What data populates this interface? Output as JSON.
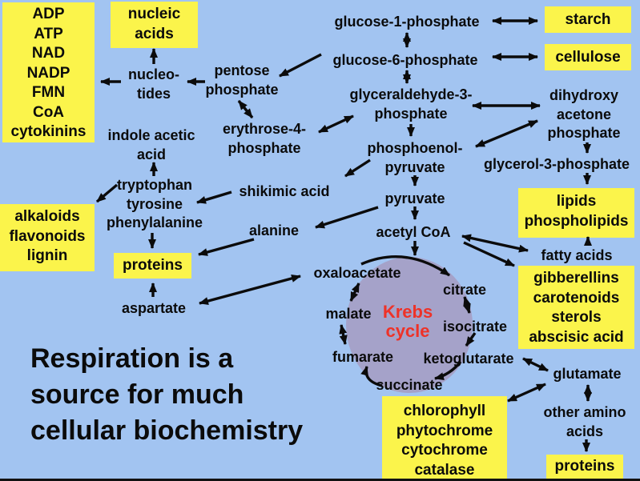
{
  "colors": {
    "background": "#A2C4F1",
    "box_yellow": "#FBF44B",
    "text": "#0B0B0B",
    "krebs_circle_fill": "#A5A2C9",
    "krebs_label_red": "#EE3228"
  },
  "title_lines": [
    "Respiration is a",
    "source for much",
    "cellular biochemistry"
  ],
  "boxes": {
    "cofactors": [
      "ADP",
      "ATP",
      "NAD",
      "NADP",
      "FMN",
      "CoA",
      "cytokinins"
    ],
    "nucleic_acids": [
      "nucleic",
      "acids"
    ],
    "starch": [
      "starch"
    ],
    "cellulose": [
      "cellulose"
    ],
    "lipids": [
      "lipids",
      "phospholipids"
    ],
    "terpenoids": [
      "gibberellins",
      "carotenoids",
      "sterols",
      "abscisic acid"
    ],
    "alkaloids": [
      "alkaloids",
      "flavonoids",
      "lignin"
    ],
    "proteins_left": [
      "proteins"
    ],
    "pigments": [
      "chlorophyll",
      "phytochrome",
      "cytochrome",
      "catalase"
    ],
    "proteins_right": [
      "proteins"
    ]
  },
  "nodes": {
    "nucleotides": [
      "nucleo-",
      "tides"
    ],
    "pentose_phosphate": [
      "pentose",
      "phosphate"
    ],
    "erythrose_4_phosphate": [
      "erythrose-4-",
      "phosphate"
    ],
    "indole_acetic_acid": [
      "indole acetic",
      "acid"
    ],
    "aromatic_amino_acids": [
      "tryptophan",
      "tyrosine",
      "phenylalanine"
    ],
    "shikimic_acid": [
      "shikimic acid"
    ],
    "alanine": [
      "alanine"
    ],
    "aspartate": [
      "aspartate"
    ],
    "glucose_1_phosphate": [
      "glucose-1-phosphate"
    ],
    "glucose_6_phosphate": [
      "glucose-6-phosphate"
    ],
    "glyceraldehyde_3_phosphate": [
      "glyceraldehyde-3-",
      "phosphate"
    ],
    "dihydroxyacetone_phosphate": [
      "dihydroxy",
      "acetone",
      "phosphate"
    ],
    "phosphoenolpyruvate": [
      "phosphoenol-",
      "pyruvate"
    ],
    "glycerol_3_phosphate": [
      "glycerol-3-phosphate"
    ],
    "pyruvate": [
      "pyruvate"
    ],
    "acetyl_coa": [
      "acetyl CoA"
    ],
    "fatty_acids": [
      "fatty acids"
    ],
    "oxaloacetate": [
      "oxaloacetate"
    ],
    "citrate": [
      "citrate"
    ],
    "malate": [
      "malate"
    ],
    "isocitrate": [
      "isocitrate"
    ],
    "fumarate": [
      "fumarate"
    ],
    "ketoglutarate": [
      "ketoglutarate"
    ],
    "succinate": [
      "succinate"
    ],
    "glutamate": [
      "glutamate"
    ],
    "other_amino_acids": [
      "other amino",
      "acids"
    ]
  },
  "krebs_label": [
    "Krebs",
    "cycle"
  ]
}
